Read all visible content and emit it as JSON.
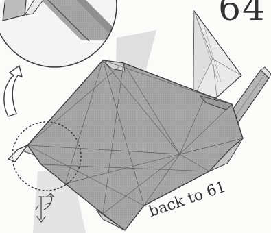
{
  "step": {
    "number": "64"
  },
  "annotations": {
    "back_to": "back to 61"
  },
  "colors": {
    "paper": "#a9a9a9",
    "paper_light": "#c9c9c9",
    "paper_pale": "#e4e4e4",
    "outline": "#3c3c3c",
    "background": "#fbfbfa"
  },
  "icons": {
    "detail_circle": "magnified-detail-circle",
    "curved_arrow": "curved-arrow-up",
    "fold_arrow": "valley-fold-arrow",
    "focus_circle": "dotted-focus-circle"
  }
}
